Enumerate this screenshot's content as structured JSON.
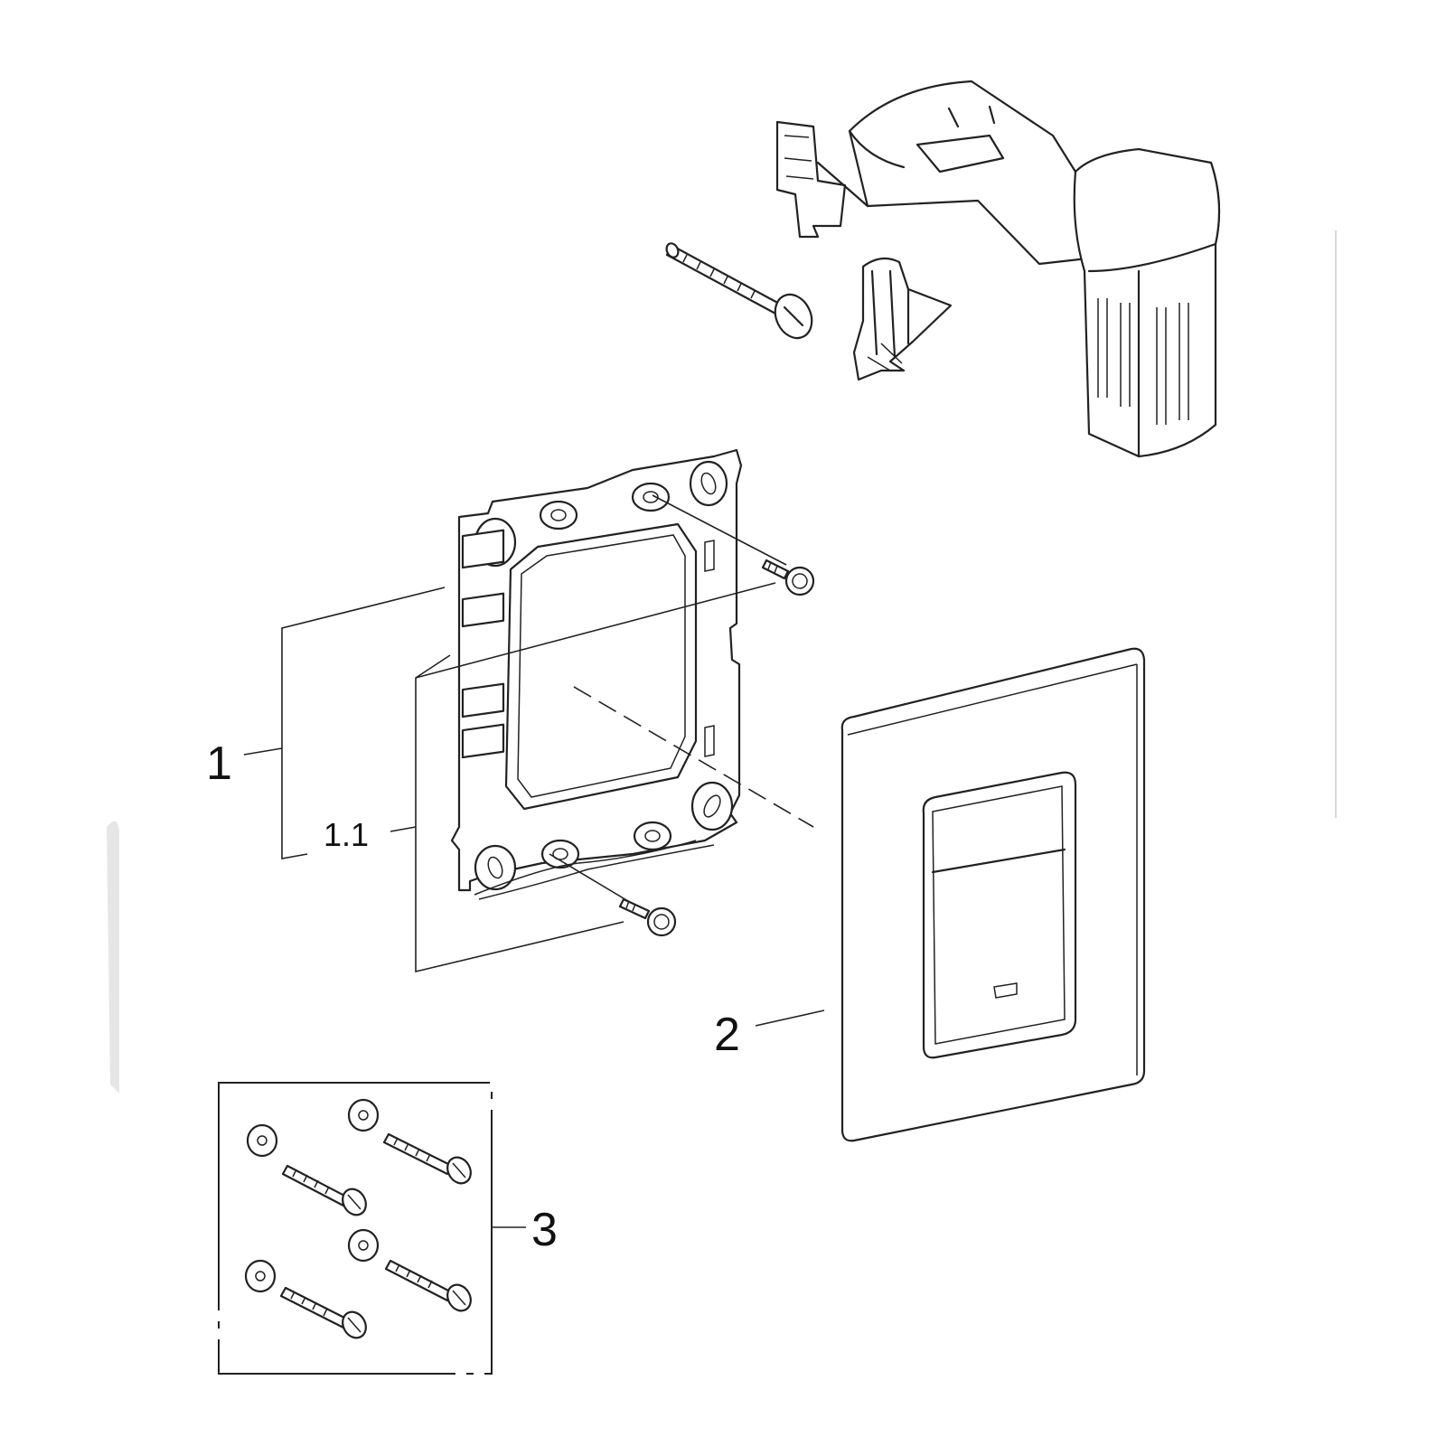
{
  "callouts": {
    "frame_assembly": "1",
    "frame_subpart": "1.1",
    "cover_plate": "2",
    "screw_kit": "3"
  }
}
